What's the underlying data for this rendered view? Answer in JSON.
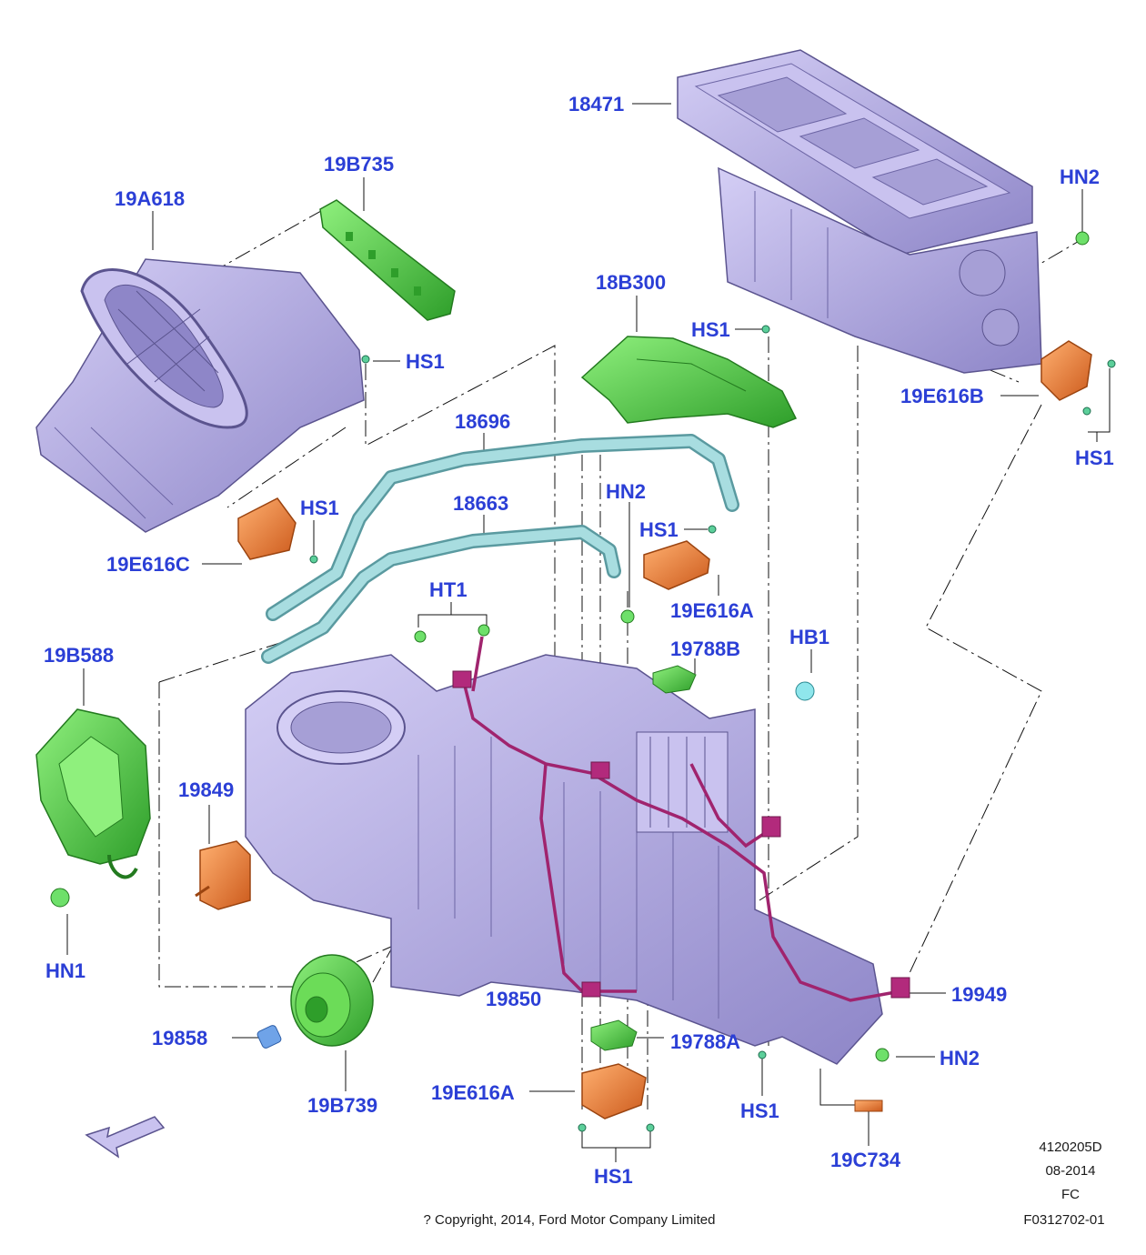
{
  "callouts": {
    "c18471": "18471",
    "c19B735": "19B735",
    "c19A618": "19A618",
    "cHN2_top": "HN2",
    "c18B300": "18B300",
    "cHS1_mid": "HS1",
    "cHS1_left": "HS1",
    "c19E616B": "19E616B",
    "cHS1_right": "HS1",
    "c18696": "18696",
    "cHN2_mid": "HN2",
    "c18663": "18663",
    "cHS1_c": "HS1",
    "c19E616C": "19E616C",
    "cHS1_c2": "HS1",
    "c19E616A_top": "19E616A",
    "cHT1": "HT1",
    "c19B588": "19B588",
    "cHB1": "HB1",
    "c19788B": "19788B",
    "c19849": "19849",
    "cHN1": "HN1",
    "c19850": "19850",
    "c19949": "19949",
    "c19858": "19858",
    "c19788A": "19788A",
    "cHN2_bot": "HN2",
    "c19E616A_bot": "19E616A",
    "cHS1_bot": "HS1",
    "c19B739": "19B739",
    "cHS1_bot2": "HS1",
    "c19C734": "19C734"
  },
  "footer": {
    "doc_id": "4120205D",
    "date": "08-2014",
    "code": "FC",
    "figure": "F0312702-01",
    "copyright": "? Copyright, 2014, Ford Motor Company Limited"
  },
  "colors": {
    "label": "#2b3fd6",
    "housing": "#b9b2e6",
    "housing_shade": "#8e86c8",
    "green": "#55d64a",
    "orange": "#f08a3a",
    "hose": "#a8dde0",
    "wire": "#a0246e"
  }
}
